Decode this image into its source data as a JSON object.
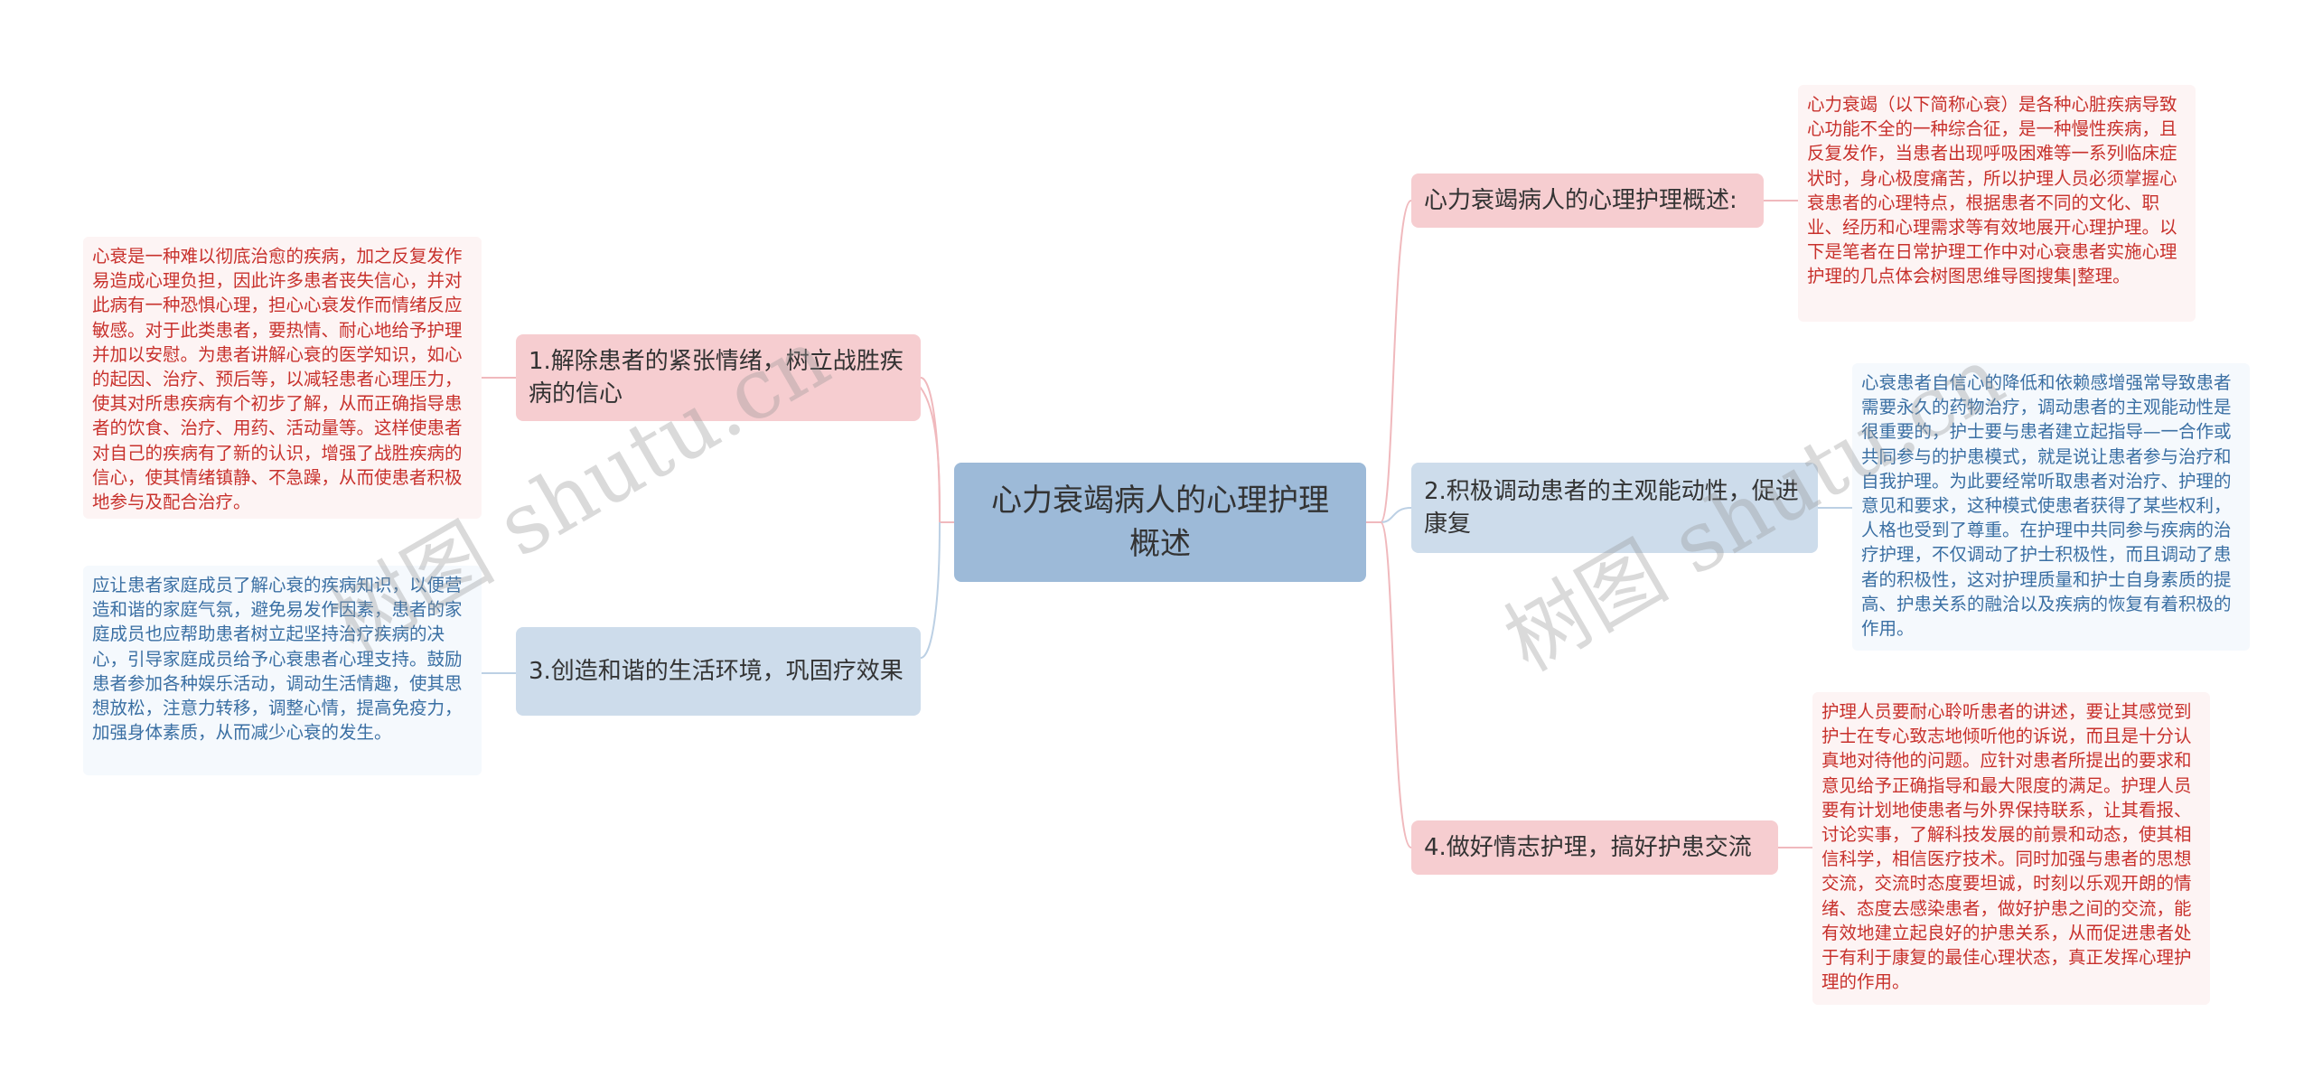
{
  "root": {
    "title": "心力衰竭病人的心理护理概述"
  },
  "branches": [
    {
      "label": "心力衰竭病人的心理护理概述:",
      "detail": "心力衰竭（以下简称心衰）是各种心脏疾病导致心功能不全的一种综合征，是一种慢性疾病，且反复发作，当患者出现呼吸困难等一系列临床症状时，身心极度痛苦，所以护理人员必须掌握心衰患者的心理特点，根据患者不同的文化、职业、经历和心理需求等有效地展开心理护理。以下是笔者在日常护理工作中对心衰患者实施心理护理的几点体会树图思维导图搜集|整理。"
    },
    {
      "label": "2.积极调动患者的主观能动性，促进康复",
      "detail": "心衰患者自信心的降低和依赖感增强常导致患者需要永久的药物治疗，调动患者的主观能动性是很重要的，护士要与患者建立起指导—一合作或共同参与的护患模式，就是说让患者参与治疗和自我护理。为此要经常听取患者对治疗、护理的意见和要求，这种模式使患者获得了某些权利，人格也受到了尊重。在护理中共同参与疾病的治疗护理，不仅调动了护士积极性，而且调动了患者的积极性，这对护理质量和护士自身素质的提高、护患关系的融洽以及疾病的恢复有着积极的作用。"
    },
    {
      "label": "4.做好情志护理，搞好护患交流",
      "detail": "护理人员要耐心聆听患者的讲述，要让其感觉到护士在专心致志地倾听他的诉说，而且是十分认真地对待他的问题。应针对患者所提出的要求和意见给予正确指导和最大限度的满足。护理人员要有计划地使患者与外界保持联系，让其看报、讨论实事，了解科技发展的前景和动态，使其相信科学，相信医疗技术。同时加强与患者的思想交流，交流时态度要坦诚，时刻以乐观开朗的情绪、态度去感染患者，做好护患之间的交流，能有效地建立起良好的护患关系，从而促进患者处于有利于康复的最佳心理状态，真正发挥心理护理的作用。"
    },
    {
      "label": "1.解除患者的紧张情绪，树立战胜疾病的信心",
      "detail": "心衰是一种难以彻底治愈的疾病，加之反复发作易造成心理负担，因此许多患者丧失信心，并对此病有一种恐惧心理，担心心衰发作而情绪反应敏感。对于此类患者，要热情、耐心地给予护理并加以安慰。为患者讲解心衰的医学知识，如心的起因、治疗、预后等，以减轻患者心理压力，使其对所患疾病有个初步了解，从而正确指导患者的饮食、治疗、用药、活动量等。这样使患者对自己的疾病有了新的认识，增强了战胜疾病的信心，使其情绪镇静、不急躁，从而使患者积极地参与及配合治疗。"
    },
    {
      "label": "3.创造和谐的生活环境，巩固疗效果",
      "detail": "应让患者家庭成员了解心衰的疾病知识，以便营造和谐的家庭气氛，避免易发作因素，患者的家庭成员也应帮助患者树立起坚持治疗疾病的决心，引导家庭成员给予心衰患者心理支持。鼓励患者参加各种娱乐活动，调动生活情趣，使其思想放松，注意力转移，调整心情，提高免疫力，加强身体素质，从而减少心衰的发生。"
    }
  ],
  "watermark": "树图 shutu.cn",
  "colors": {
    "root": "#9dbad8",
    "pink": "#f6cdd0",
    "blue": "#cddceb",
    "red_text": "#c8312c",
    "blue_text": "#3a6fa3"
  }
}
